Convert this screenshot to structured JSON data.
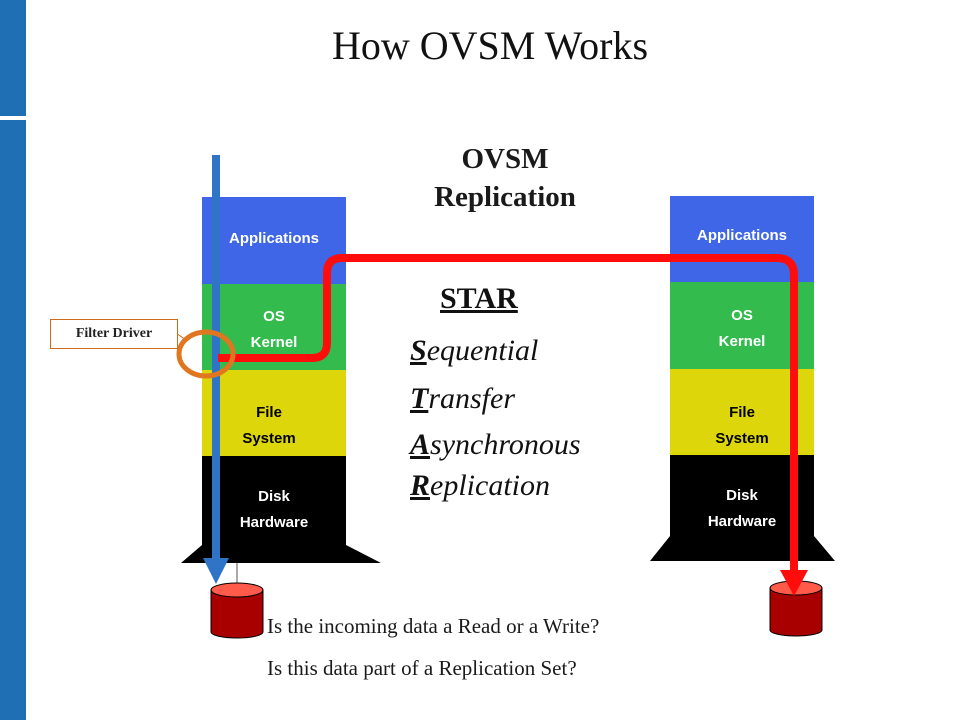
{
  "title": "How OVSM Works",
  "replication_title": [
    "OVSM",
    "Replication"
  ],
  "left_stack": {
    "applications": "Applications",
    "os_kernel": [
      "OS",
      "Kernel"
    ],
    "file_system": [
      "File",
      "System"
    ],
    "disk_hardware": [
      "Disk",
      "Hardware"
    ]
  },
  "right_stack": {
    "applications": "Applications",
    "os_kernel": [
      "OS",
      "Kernel"
    ],
    "file_system": [
      "File",
      "System"
    ],
    "disk_hardware": [
      "Disk",
      "Hardware"
    ]
  },
  "star": {
    "heading": "STAR",
    "words": [
      {
        "first": "S",
        "rest": "equential"
      },
      {
        "first": "T",
        "rest": "ransfer"
      },
      {
        "first": "A",
        "rest": "synchronous"
      },
      {
        "first": "R",
        "rest": "eplication"
      }
    ]
  },
  "filter_driver": "Filter Driver",
  "questions": [
    "Is the incoming data a Read or a Write?",
    "Is this data part of a Replication Set?"
  ],
  "colors": {
    "sidebar": "#1f6fb5",
    "applications": "#3f66e6",
    "os_kernel": "#33bb4d",
    "file_system": "#dcd60a",
    "disk_hardware": "#000000",
    "read_arrow": "#2f74c6",
    "replication_arrow": "#ff0d0d",
    "filter_circle": "#e0761f",
    "disk": "#a80000"
  }
}
